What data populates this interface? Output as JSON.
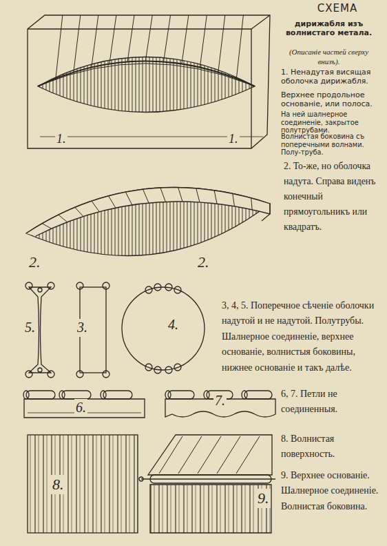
{
  "diagram": {
    "title": "СХЕМА",
    "labels": [
      "дирижабля изъ волнистаго метала.",
      "(Описаніе частей сверху внизъ).",
      "1. Ненадутая висящая оболочка дирижабля.",
      "Верхнее продольное основаніе, или полоса.",
      "На ней шалнерное соединеніе, закрытое полутрубами.",
      "Волнистая боковина съ поперечными волнами. Полу-труба.",
      "2. То-же, но оболочка надута. Справа виденъ конечный прямоугольникъ или квадратъ.",
      "3, 4, 5. Поперечное сѣченіе оболочки надутой и не надутой. Полутрубы. Шалнерное соединеніе, верхнее основаніе, волнистыя боковины, нижнее основаніе и такъ далѣе.",
      "6, 7. Петли не соединенныя.",
      "8. Волнистая поверхность.",
      "9. Верхнее основаніе. Шалнерное соединеніе. Волнистая боковина.",
      "1.",
      "1.",
      "2.",
      "2.",
      "5.",
      "3.",
      "4.",
      "6.",
      "7.",
      "8.",
      "9."
    ]
  }
}
